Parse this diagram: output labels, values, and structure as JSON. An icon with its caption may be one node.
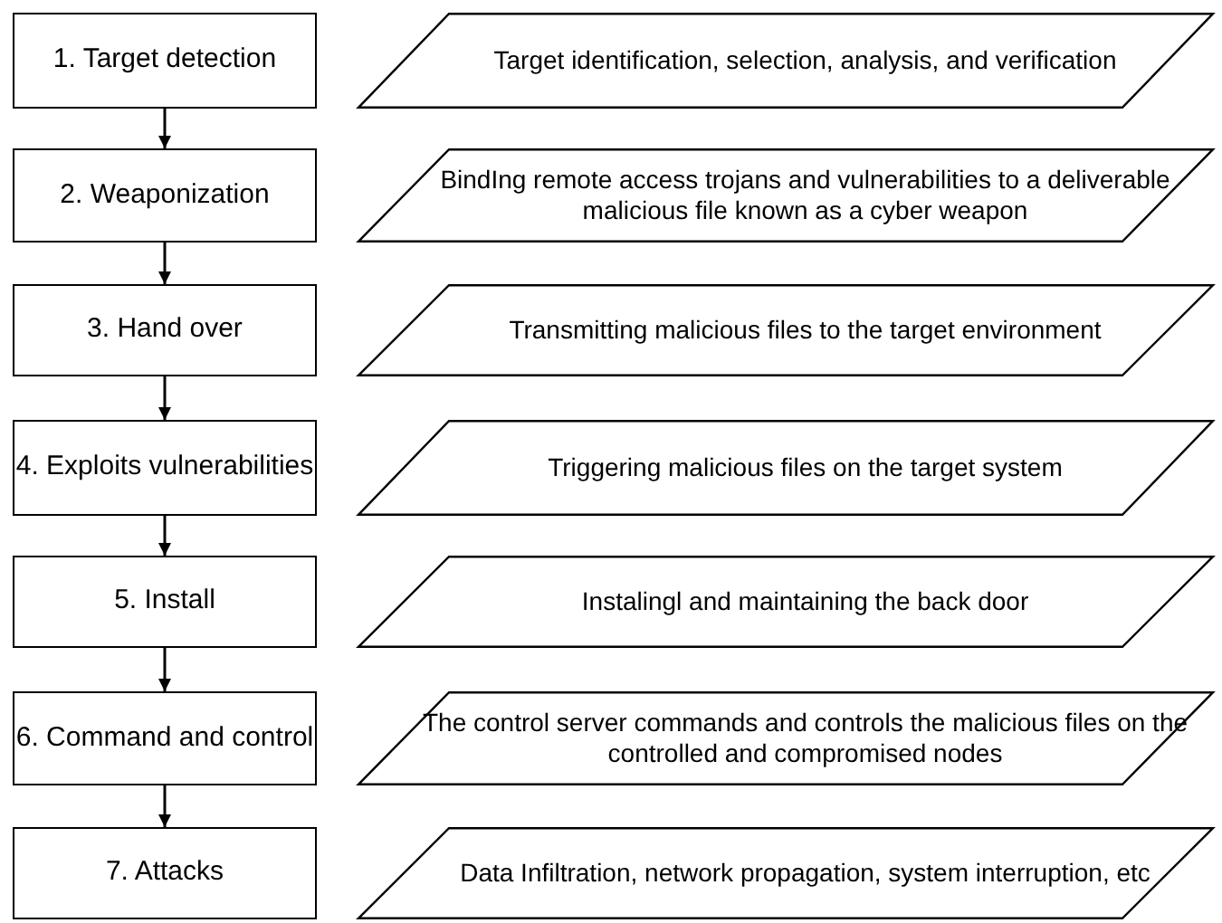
{
  "diagram": {
    "nodes": [
      {
        "text": [
          "1. Target detection"
        ]
      },
      {
        "text": [
          "Target identification, selection, analysis, and verification"
        ]
      },
      {
        "text": [
          "2. Weaponization"
        ]
      },
      {
        "text": [
          "BindIng remote access trojans and vulnerabilities to a deliverable malicious file known as a cyber weapon"
        ]
      },
      {
        "text": [
          "3. Hand over"
        ]
      },
      {
        "text": [
          "Transmitting malicious files to the target environment"
        ]
      },
      {
        "text": [
          "4. Exploits vulnerabilities"
        ]
      },
      {
        "text": [
          "Triggering malicious files on the target system"
        ]
      },
      {
        "text": [
          "5. Install"
        ]
      },
      {
        "text": [
          "Instalingl and maintaining the back door"
        ]
      },
      {
        "text": [
          "6. Command and control"
        ]
      },
      {
        "text": [
          "The control server commands and controls the malicious files on the controlled and compromised nodes"
        ]
      },
      {
        "text": [
          "7. Attacks"
        ]
      },
      {
        "text": [
          "Data Infiltration, network propagation, system interruption, etc"
        ]
      }
    ],
    "edges": [
      {
        "from": 0,
        "to": 2,
        "arrow": "to"
      },
      {
        "from": 2,
        "to": 4,
        "arrow": "to"
      },
      {
        "from": 4,
        "to": 6,
        "arrow": "to"
      },
      {
        "from": 6,
        "to": 8,
        "arrow": "to"
      },
      {
        "from": 8,
        "to": 10,
        "arrow": "to"
      },
      {
        "from": 10,
        "to": 12,
        "arrow": "to"
      }
    ]
  }
}
